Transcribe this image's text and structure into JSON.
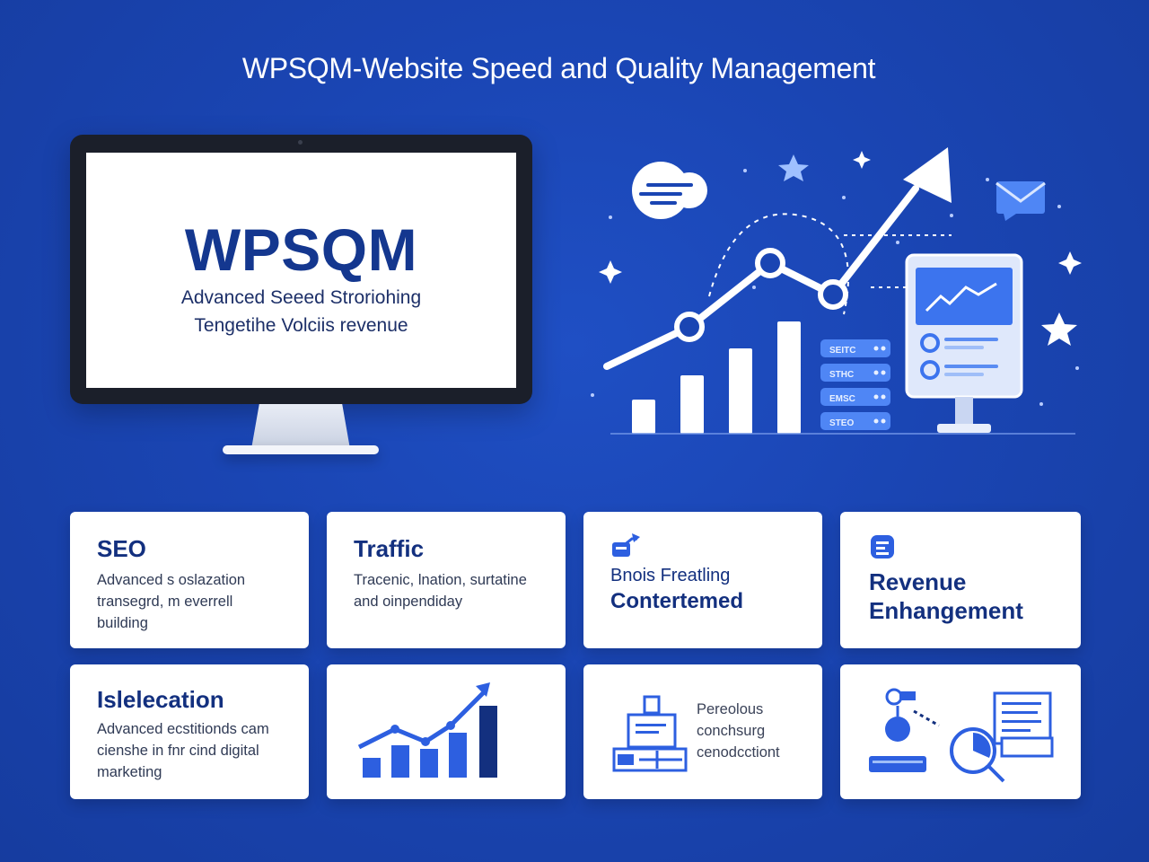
{
  "title": "WPSQM-Website Speed and Quality Management",
  "monitor": {
    "brand": "WPSQM",
    "tagline_line1": "Advanced Seeed Stroriohing",
    "tagline_line2": "Tengetihe Volciis revenue"
  },
  "illustration": {
    "server_labels": [
      "SEITC",
      "STHC",
      "EMSC",
      "STEO"
    ]
  },
  "cards": [
    {
      "heading": "SEO",
      "lines": [
        "Advanced s oslazation",
        "transegrd, m everrell",
        "building"
      ]
    },
    {
      "heading": "Traffic",
      "lines": [
        "Tracenic, lnation, surtatine",
        "and oinpendiday"
      ]
    },
    {
      "heading_line1": "Bnois Freatling",
      "heading_line2": "Contertemed",
      "icon": "chart-up-icon"
    },
    {
      "heading_line1": "Revenue",
      "heading_line2": "Enhangement",
      "icon": "document-icon"
    },
    {
      "heading": "Islelecation",
      "lines": [
        "Advanced ecstitionds cam",
        "cienshe in fnr cind digital",
        "marketing"
      ]
    },
    {
      "icon": "growth-bars-icon"
    },
    {
      "lines": [
        "Pereolous",
        "conchsurg",
        "cenodcctiont"
      ],
      "icon": "documents-stack-icon"
    },
    {
      "icon": "analytics-pie-icon"
    }
  ],
  "colors": {
    "background": "#1a45b3",
    "accent": "#2d5fe0",
    "heading": "#13307f",
    "white": "#ffffff"
  }
}
